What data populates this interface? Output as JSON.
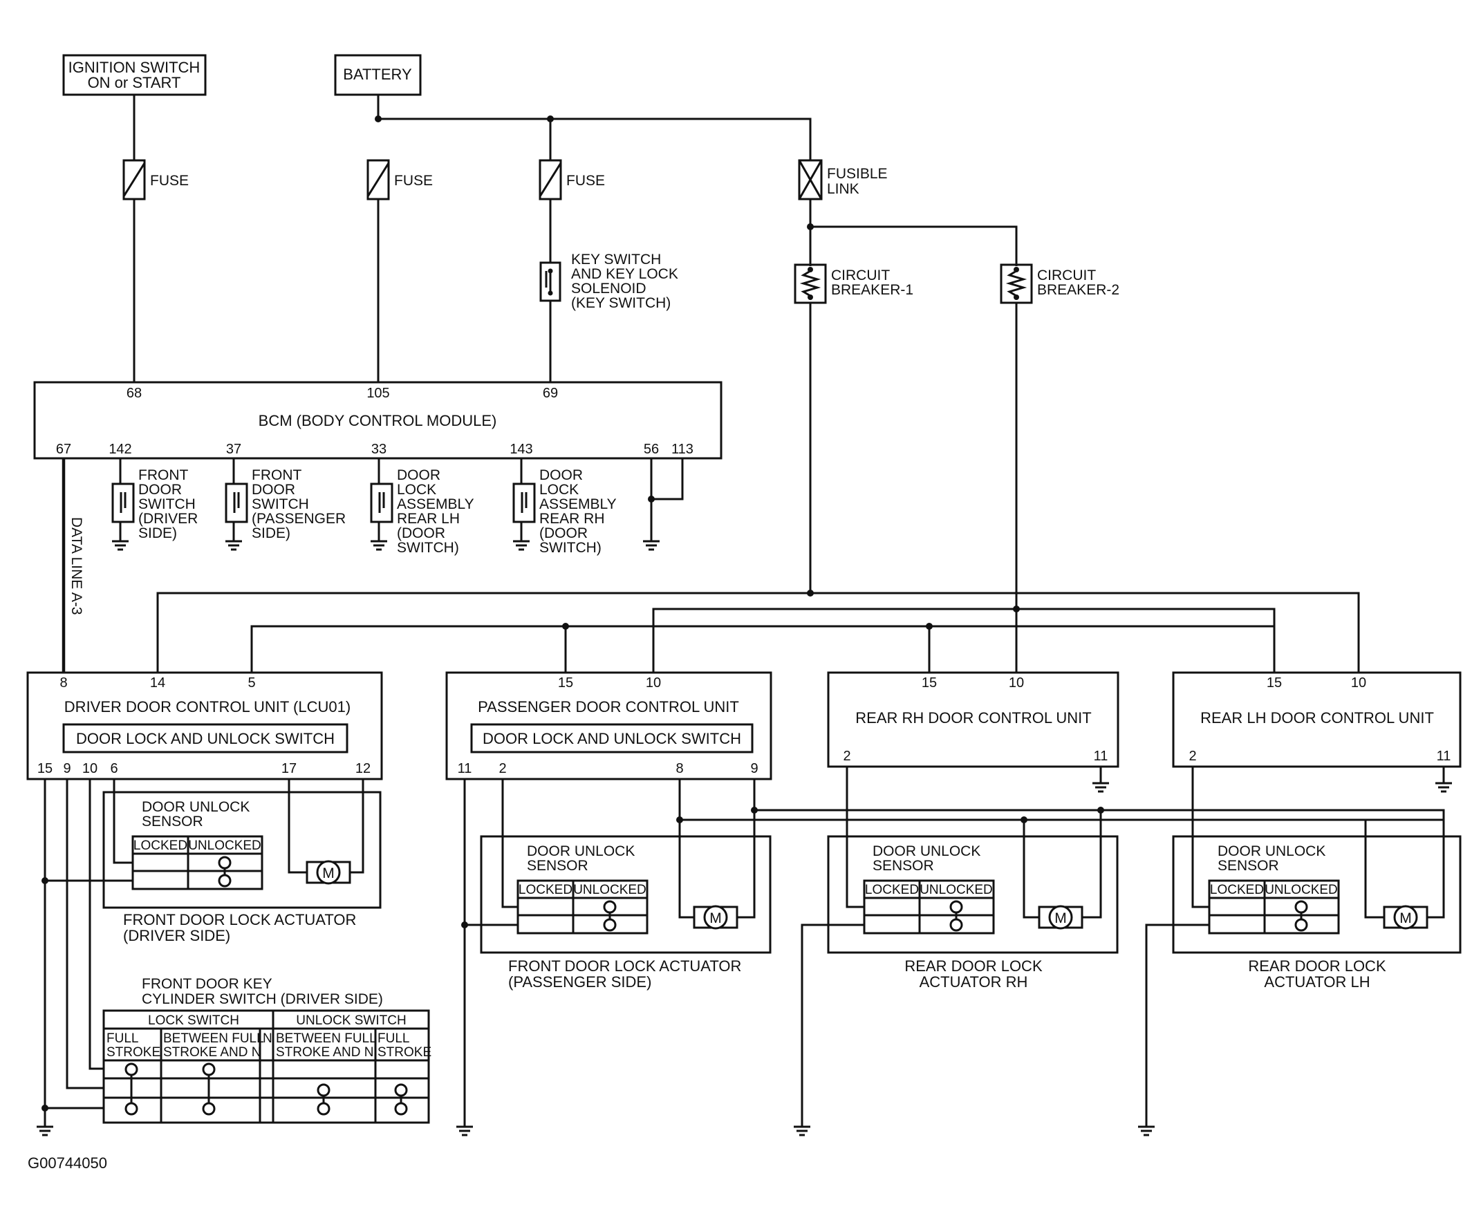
{
  "sources": {
    "ignition": [
      "IGNITION SWITCH",
      "ON or START"
    ],
    "battery": "BATTERY"
  },
  "fuse_label": "FUSE",
  "fusible_link": [
    "FUSIBLE",
    "LINK"
  ],
  "breaker1": [
    "CIRCUIT",
    "BREAKER-1"
  ],
  "breaker2": [
    "CIRCUIT",
    "BREAKER-2"
  ],
  "key_switch": [
    "KEY SWITCH",
    "AND KEY LOCK",
    "SOLENOID",
    "(KEY SWITCH)"
  ],
  "bcm": {
    "title": "BCM (BODY CONTROL MODULE)",
    "top_pins": [
      "68",
      "105",
      "69"
    ],
    "bottom_pins": [
      "67",
      "142",
      "37",
      "33",
      "143",
      "56",
      "113"
    ]
  },
  "bcm_switches": {
    "front_driver": [
      "FRONT",
      "DOOR",
      "SWITCH",
      "(DRIVER",
      " SIDE)"
    ],
    "front_passenger": [
      "FRONT",
      "DOOR",
      "SWITCH",
      "(PASSENGER",
      " SIDE)"
    ],
    "rear_lh": [
      "DOOR",
      "LOCK",
      "ASSEMBLY",
      "REAR LH",
      "(DOOR",
      " SWITCH)"
    ],
    "rear_rh": [
      "DOOR",
      "LOCK",
      "ASSEMBLY",
      "REAR RH",
      "(DOOR",
      " SWITCH)"
    ]
  },
  "data_line": "DATA LINE A-3",
  "units": {
    "driver": {
      "title": "DRIVER DOOR CONTROL UNIT (LCU01)",
      "switch": "DOOR LOCK AND UNLOCK SWITCH",
      "top_pins": [
        "8",
        "14",
        "5"
      ],
      "bottom_pins": [
        "15",
        "9",
        "10",
        "6",
        "17",
        "12"
      ]
    },
    "passenger": {
      "title": "PASSENGER DOOR CONTROL UNIT",
      "switch": "DOOR LOCK AND UNLOCK SWITCH",
      "top_pins": [
        "15",
        "10"
      ],
      "bottom_pins": [
        "11",
        "2",
        "8",
        "9"
      ]
    },
    "rear_rh": {
      "title": "REAR RH DOOR CONTROL UNIT",
      "top_pins": [
        "15",
        "10"
      ],
      "bottom_pins": [
        "2",
        "11"
      ]
    },
    "rear_lh": {
      "title": "REAR LH DOOR CONTROL UNIT",
      "top_pins": [
        "15",
        "10"
      ],
      "bottom_pins": [
        "2",
        "11"
      ]
    }
  },
  "sensor": {
    "title": [
      "DOOR UNLOCK",
      "SENSOR"
    ],
    "locked": "LOCKED",
    "unlocked": "UNLOCKED"
  },
  "motor_label": "M",
  "actuators": {
    "driver": [
      "FRONT DOOR LOCK ACTUATOR",
      "(DRIVER SIDE)"
    ],
    "passenger": [
      "FRONT DOOR LOCK ACTUATOR",
      "(PASSENGER SIDE)"
    ],
    "rear_rh": [
      "REAR DOOR LOCK",
      "ACTUATOR RH"
    ],
    "rear_lh": [
      "REAR DOOR LOCK",
      "ACTUATOR LH"
    ]
  },
  "key_cylinder": {
    "title": [
      "FRONT DOOR KEY",
      "CYLINDER SWITCH (DRIVER SIDE)"
    ],
    "lock_switch": "LOCK SWITCH",
    "unlock_switch": "UNLOCK SWITCH",
    "full_stroke": [
      "FULL",
      "STROKE"
    ],
    "between": [
      "BETWEEN FULL",
      "STROKE AND N"
    ],
    "n": "N"
  },
  "figure_id": "G00744050"
}
